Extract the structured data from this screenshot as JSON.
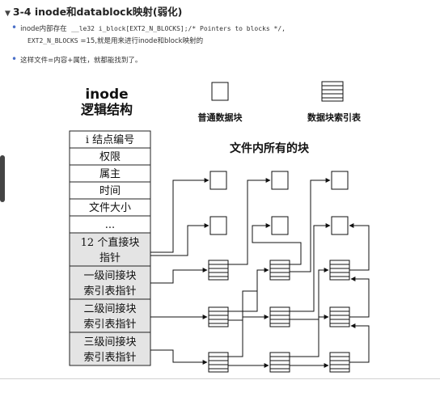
{
  "heading": "3-4 inode和datablock映射(弱化)",
  "bullets": {
    "b1_prefix": "inode内部存在",
    "b1_code": "__le32  i_block[EXT2_N_BLOCKS];/* Pointers to blocks */,",
    "b1_code2": "EXT2_N_BLOCKS",
    "b1_suffix": "=15,就是用来进行inode和block映射的",
    "b2": "这样文件=内容+属性，就都能找到了。"
  },
  "diagram": {
    "inode_title_line1": "inode",
    "inode_title_line2": "逻辑结构",
    "legend_plain": "普通数据块",
    "legend_index": "数据块索引表",
    "all_blocks_title": "文件内所有的块",
    "cells": [
      "i 结点编号",
      "权限",
      "属主",
      "时间",
      "文件大小",
      "...",
      "12 个直接块",
      "指针",
      "一级间接块",
      "索引表指针",
      "二级间接块",
      "索引表指针",
      "三级间接块",
      "索引表指针"
    ]
  }
}
